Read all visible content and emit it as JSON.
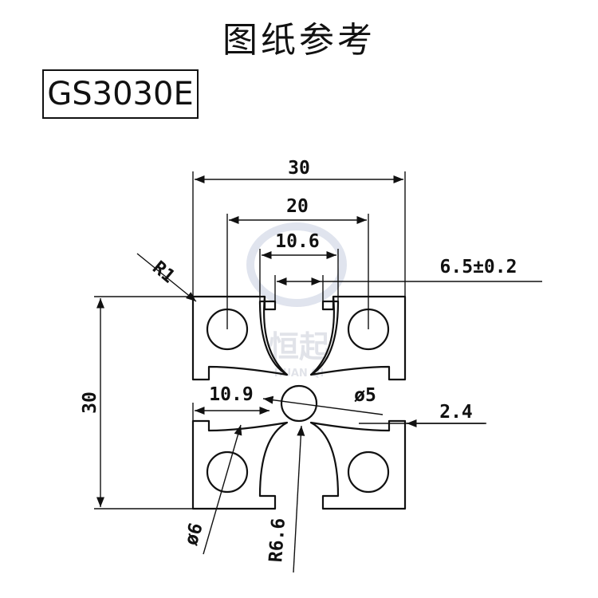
{
  "title": "图纸参考",
  "model": "GS3030E",
  "watermark": {
    "brand": "恒起",
    "pinyin": "HUAN QI"
  },
  "dimensions": {
    "overall_width": "30",
    "hole_spacing": "20",
    "slot_width": "10.6",
    "slot_opening": "6.5±0.2",
    "corner_radius": "R1",
    "overall_height": "30",
    "slot_depth": "10.9",
    "center_hole": "ø5",
    "wall_thickness": "2.4",
    "corner_hole": "ø6",
    "slot_radius": "R6.6"
  },
  "colors": {
    "line": "#111111",
    "watermark": "#c9cdd8"
  }
}
